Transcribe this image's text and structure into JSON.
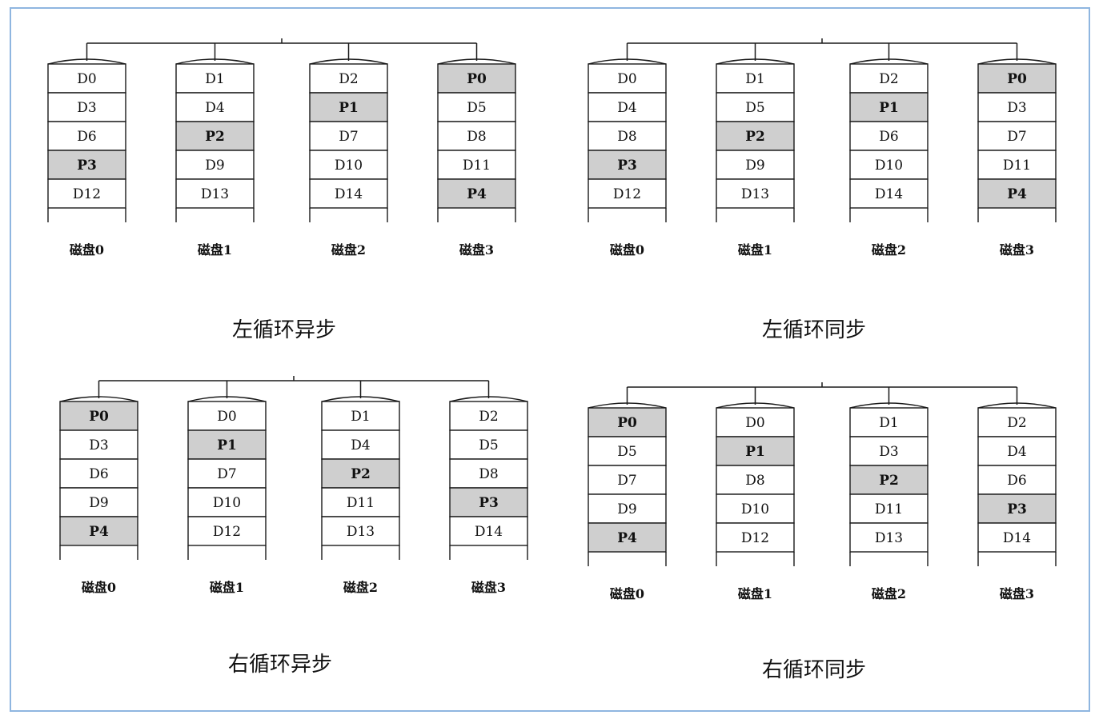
{
  "colors": {
    "frame": "#8fb6e0",
    "stroke": "#1a1a1a",
    "parity_fill": "#cfcfcf",
    "data_fill": "#ffffff"
  },
  "panels": [
    {
      "caption": "左循环异步",
      "disks": [
        {
          "label": "磁盘0",
          "blocks": [
            "D0",
            "D3",
            "D6",
            "P3",
            "D12"
          ]
        },
        {
          "label": "磁盘1",
          "blocks": [
            "D1",
            "D4",
            "P2",
            "D9",
            "D13"
          ]
        },
        {
          "label": "磁盘2",
          "blocks": [
            "D2",
            "P1",
            "D7",
            "D10",
            "D14"
          ]
        },
        {
          "label": "磁盘3",
          "blocks": [
            "P0",
            "D5",
            "D8",
            "D11",
            "P4"
          ]
        }
      ]
    },
    {
      "caption": "左循环同步",
      "disks": [
        {
          "label": "磁盘0",
          "blocks": [
            "D0",
            "D4",
            "D8",
            "P3",
            "D12"
          ]
        },
        {
          "label": "磁盘1",
          "blocks": [
            "D1",
            "D5",
            "P2",
            "D9",
            "D13"
          ]
        },
        {
          "label": "磁盘2",
          "blocks": [
            "D2",
            "P1",
            "D6",
            "D10",
            "D14"
          ]
        },
        {
          "label": "磁盘3",
          "blocks": [
            "P0",
            "D3",
            "D7",
            "D11",
            "P4"
          ]
        }
      ]
    },
    {
      "caption": "右循环异步",
      "disks": [
        {
          "label": "磁盘0",
          "blocks": [
            "P0",
            "D3",
            "D6",
            "D9",
            "P4"
          ]
        },
        {
          "label": "磁盘1",
          "blocks": [
            "D0",
            "P1",
            "D7",
            "D10",
            "D12"
          ]
        },
        {
          "label": "磁盘2",
          "blocks": [
            "D1",
            "D4",
            "P2",
            "D11",
            "D13"
          ]
        },
        {
          "label": "磁盘3",
          "blocks": [
            "D2",
            "D5",
            "D8",
            "P3",
            "D14"
          ]
        }
      ]
    },
    {
      "caption": "右循环同步",
      "disks": [
        {
          "label": "磁盘0",
          "blocks": [
            "P0",
            "D5",
            "D7",
            "D9",
            "P4"
          ]
        },
        {
          "label": "磁盘1",
          "blocks": [
            "D0",
            "P1",
            "D8",
            "D10",
            "D12"
          ]
        },
        {
          "label": "磁盘2",
          "blocks": [
            "D1",
            "D3",
            "P2",
            "D11",
            "D13"
          ]
        },
        {
          "label": "磁盘3",
          "blocks": [
            "D2",
            "D4",
            "D6",
            "P3",
            "D14"
          ]
        }
      ]
    }
  ]
}
